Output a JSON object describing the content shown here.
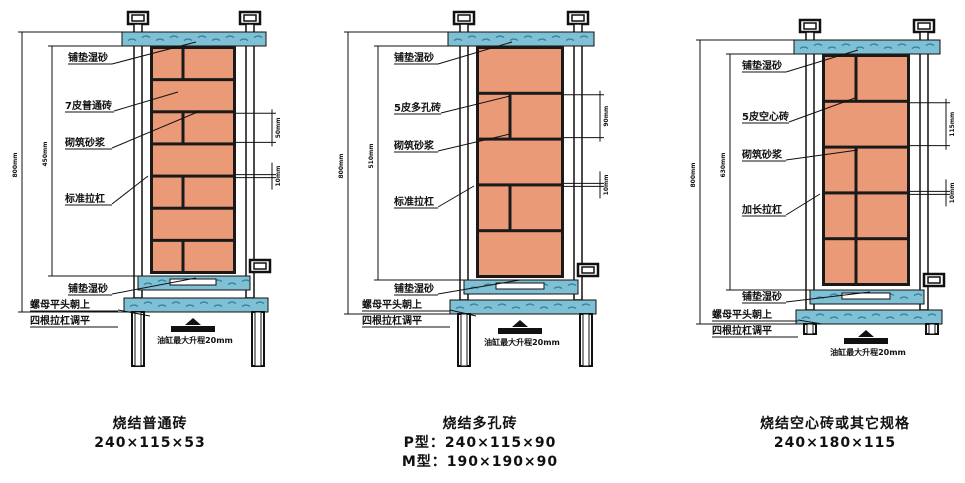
{
  "colors": {
    "brick": "#EB9A78",
    "mortar": "#1A1A1A",
    "plate": "#7FC0D4",
    "plate_dark": "#2F7FA0",
    "frame": "#1A1A1A"
  },
  "diagrams": [
    {
      "labels": [
        "铺垫湿砂",
        "7皮普通砖",
        "砌筑砂浆",
        "标准拉杠",
        "铺垫湿砂",
        "螺母平头朝上",
        "四根拉杠调平"
      ],
      "dim_total": "800mm",
      "dim_inner": "450mm",
      "dim_brick": "50mm",
      "dim_joint": "10mm",
      "cylinder": "油缸最大升程20mm",
      "caption_title": "烧结普通砖",
      "caption_lines": [
        "240×115×53"
      ]
    },
    {
      "labels": [
        "铺垫湿砂",
        "5皮多孔砖",
        "砌筑砂浆",
        "标准拉杠",
        "铺垫湿砂",
        "螺母平头朝上",
        "四根拉杠调平"
      ],
      "dim_total": "800mm",
      "dim_inner": "510mm",
      "dim_brick": "90mm",
      "dim_joint": "10mm",
      "cylinder": "油缸最大升程20mm",
      "caption_title": "烧结多孔砖",
      "caption_lines": [
        "P型：240×115×90",
        "M型：190×190×90"
      ]
    },
    {
      "labels": [
        "铺垫湿砂",
        "5皮空心砖",
        "砌筑砂浆",
        "加长拉杠",
        "铺垫湿砂",
        "螺母平头朝上",
        "四根拉杠调平"
      ],
      "dim_total": "800mm",
      "dim_inner": "630mm",
      "dim_brick": "115mm",
      "dim_joint": "10mm",
      "cylinder": "油缸最大升程20mm",
      "caption_title": "烧结空心砖或其它规格",
      "caption_lines": [
        "240×180×115"
      ]
    }
  ]
}
